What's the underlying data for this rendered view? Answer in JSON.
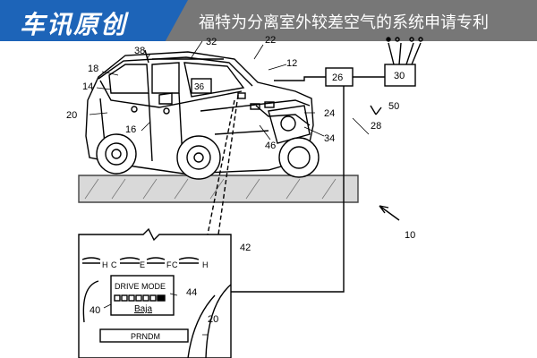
{
  "header": {
    "brand": "车讯原创",
    "headline": "福特为分离室外较差空气的系统申请专利"
  },
  "drawing": {
    "labels": {
      "r38": "38",
      "r32": "32",
      "r22": "22",
      "r12": "12",
      "r18": "18",
      "r14": "14",
      "r36": "36",
      "r26": "26",
      "r30": "30",
      "r50": "50",
      "r28": "28",
      "r24": "24",
      "r20": "20",
      "r16": "16",
      "r46": "46",
      "r34": "34",
      "r10": "10",
      "r42": "42",
      "r44": "44",
      "r40": "40",
      "r20b": "20"
    },
    "dash": {
      "gauge_labels": [
        "H",
        "C",
        "E",
        "F",
        "C",
        "H"
      ],
      "drive_mode_title": "DRIVE MODE",
      "drive_mode_value": "Baja",
      "gear_indicator": "PRNDM"
    }
  },
  "colors": {
    "brand_blue": "#1d64b8",
    "header_gray": "#777777"
  }
}
